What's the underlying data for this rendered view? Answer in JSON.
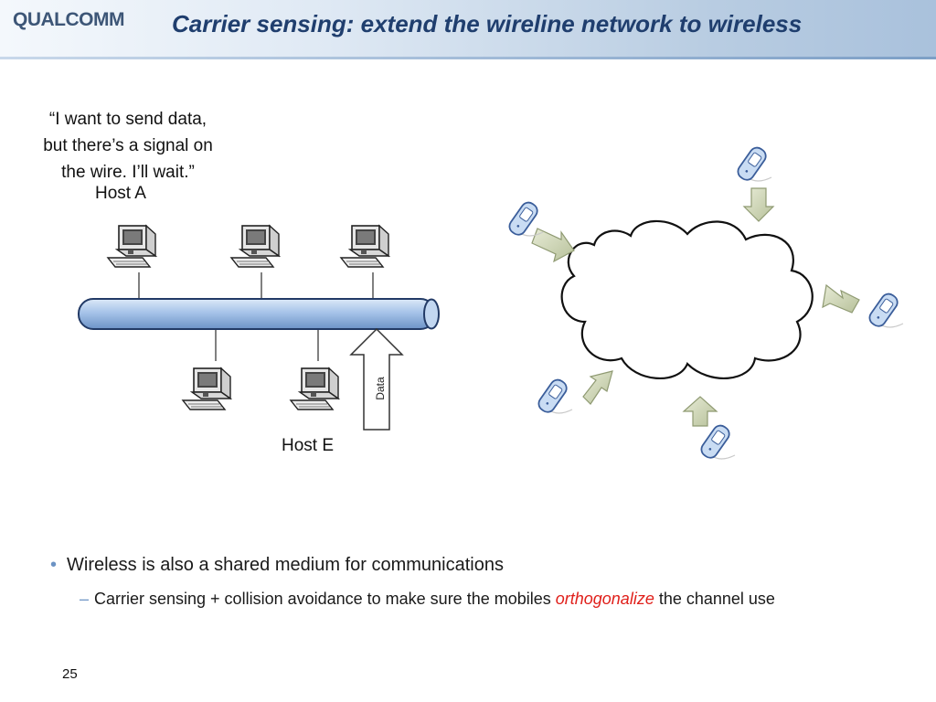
{
  "header": {
    "logo_text": "QUALCOMM",
    "title": "Carrier sensing: extend the wireline network to wireless"
  },
  "colors": {
    "title": "#1f3e6e",
    "accent": "#6c93c4",
    "emphasis": "#e0201b",
    "cable": "#a6c3e9"
  },
  "wired_diagram": {
    "quote_lines": [
      "“I want to send data,",
      "but there’s a signal on",
      "the wire. I’ll wait.”"
    ],
    "host_a_label": "Host A",
    "host_e_label": "Host E",
    "data_arrow_label": "Data",
    "icons": [
      "computer-icon",
      "computer-icon",
      "computer-icon",
      "computer-icon",
      "computer-icon"
    ]
  },
  "wireless_diagram": {
    "icons": [
      "cloud-icon",
      "mobile-phone-icon",
      "mobile-phone-icon",
      "mobile-phone-icon",
      "mobile-phone-icon",
      "mobile-phone-icon"
    ]
  },
  "bullets": {
    "main": "Wireless is also a shared medium for communications",
    "sub_before": "Carrier sensing + collision avoidance to make sure the mobiles ",
    "sub_emphasis": "orthogonalize",
    "sub_after": " the channel use"
  },
  "page_number": "25"
}
